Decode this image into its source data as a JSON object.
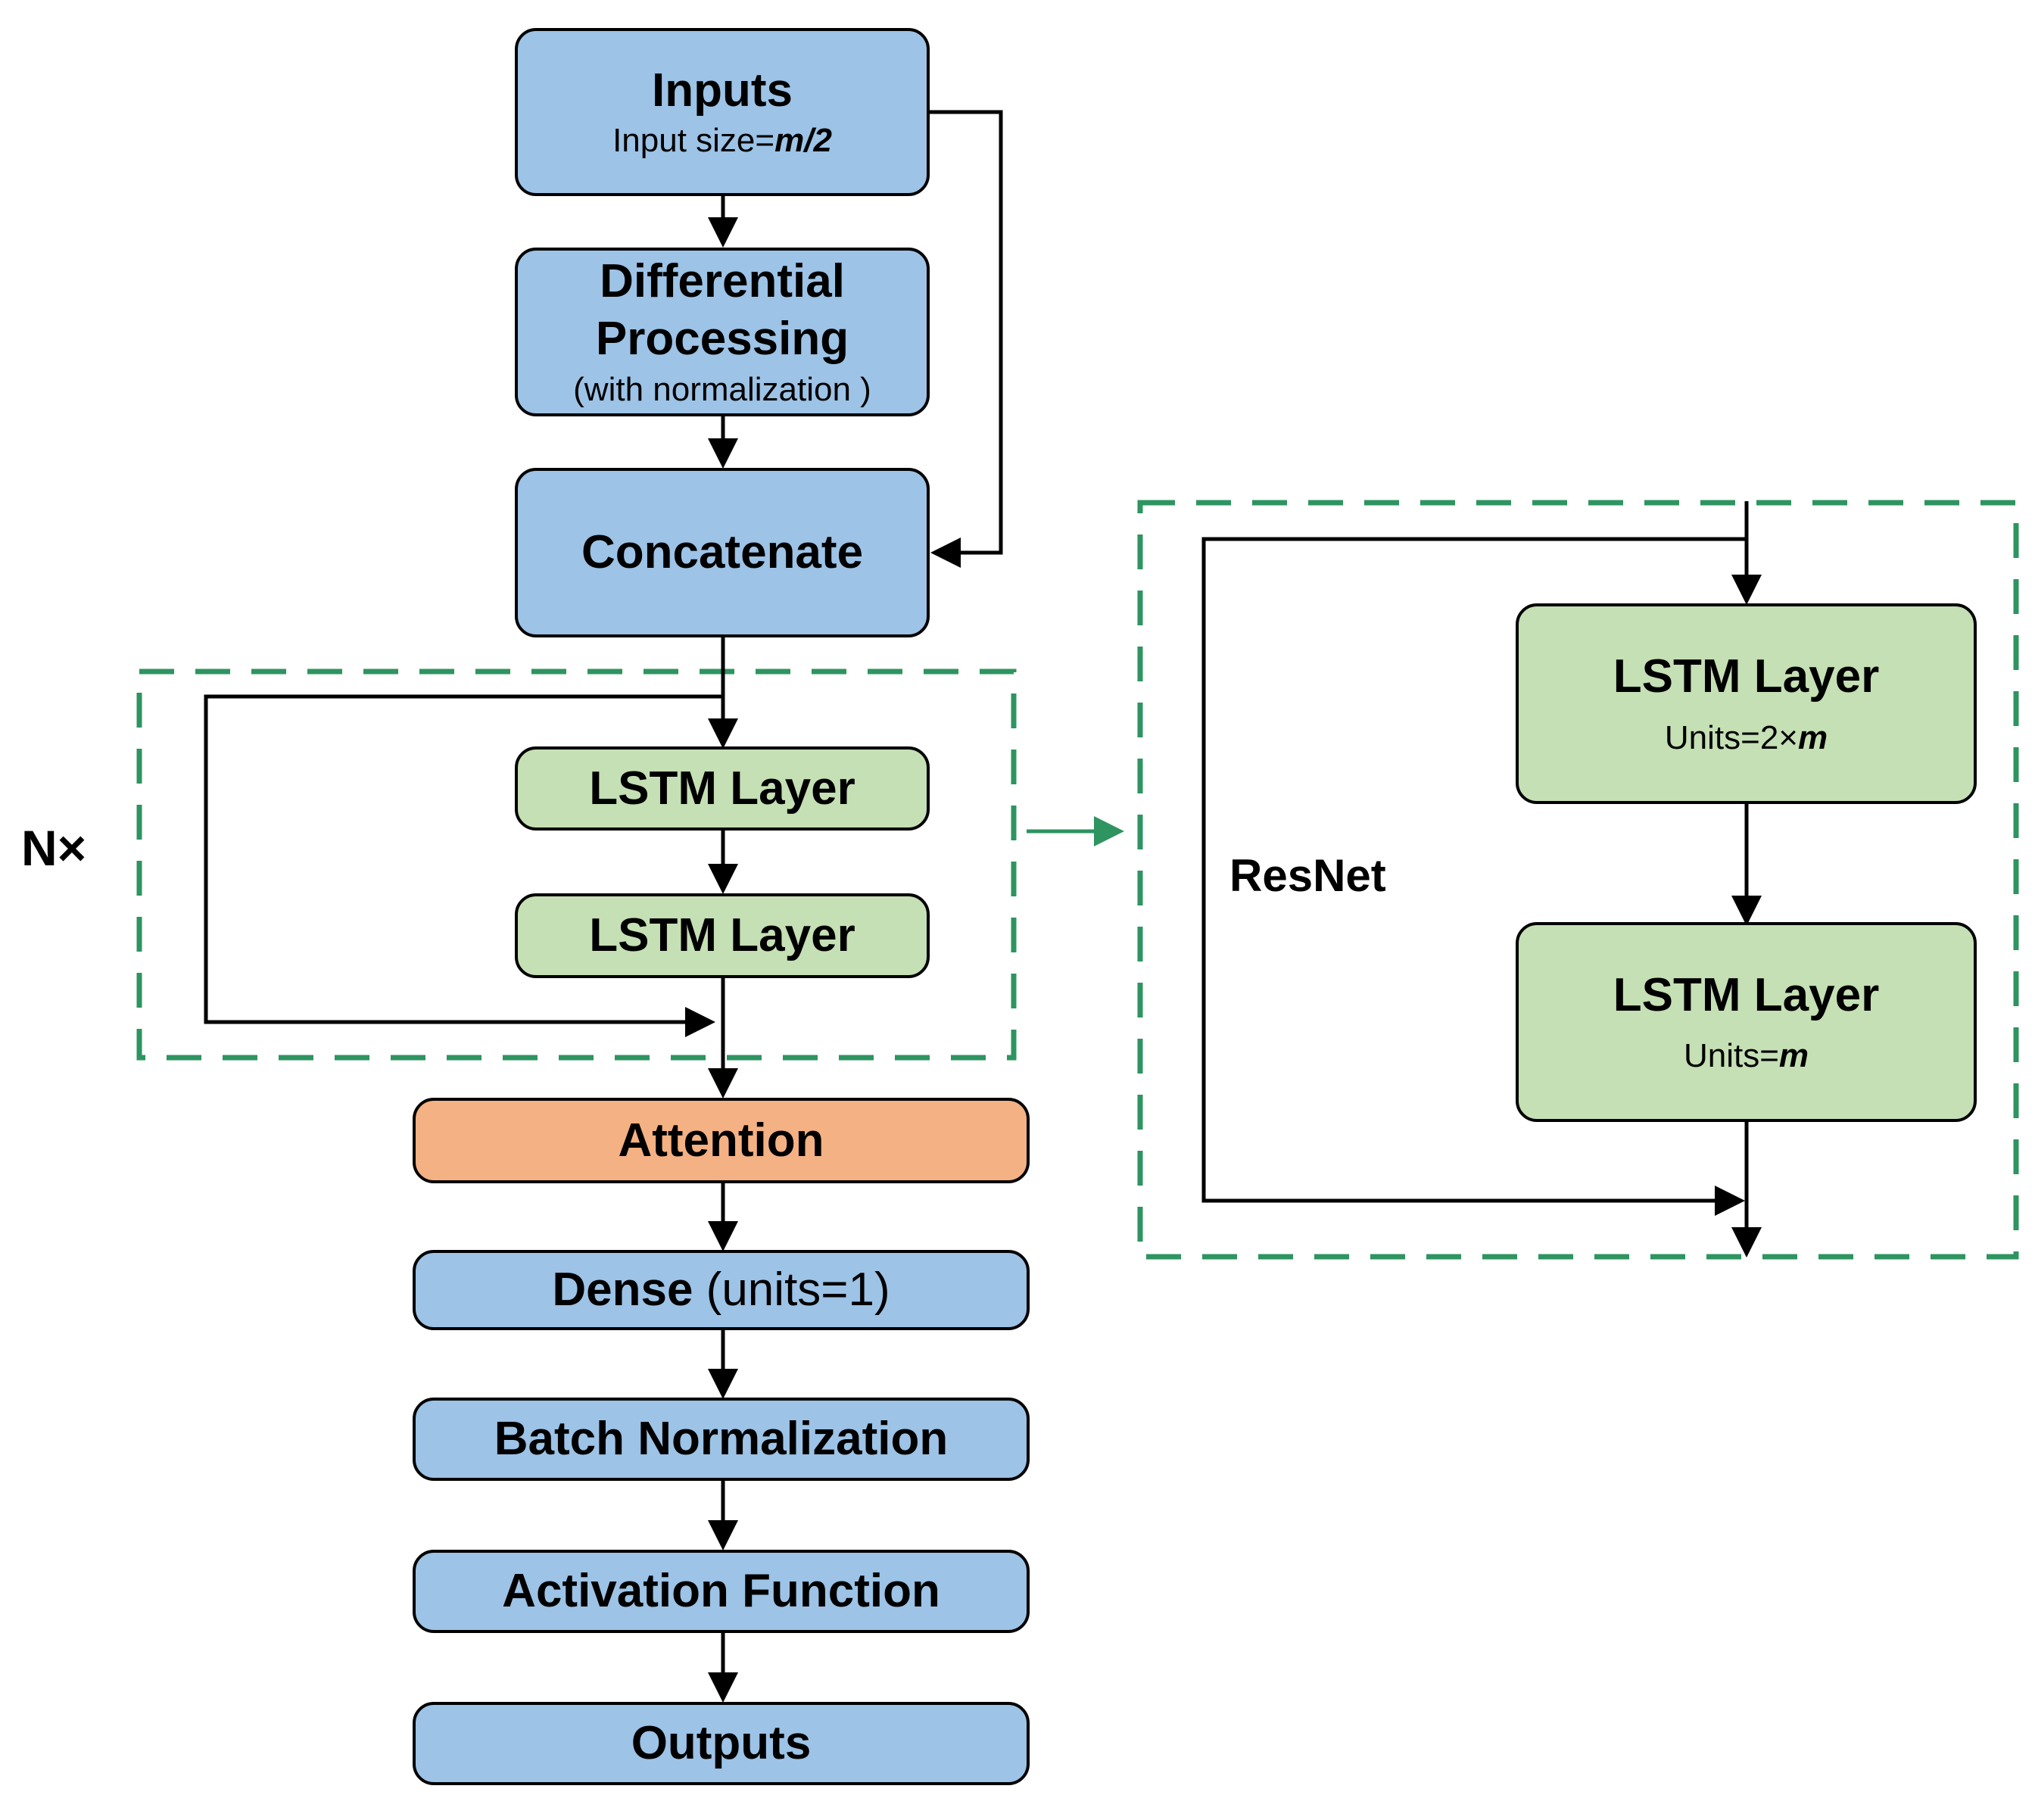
{
  "colors": {
    "process_blue": "#9dc3e6",
    "lstm_green": "#c5e0b4",
    "attention_orange": "#f4b183",
    "dashed_green": "#2e9460",
    "line": "#000000"
  },
  "inputs": {
    "title": "Inputs",
    "sub_text": "Input size=",
    "sub_var": "m/2"
  },
  "differential": {
    "line1": "Differential",
    "line2": "Processing",
    "sub": "(with normalization )"
  },
  "concatenate": {
    "title": "Concatenate"
  },
  "repeat_block": {
    "label": "N×",
    "lstm1": "LSTM Layer",
    "lstm2": "LSTM Layer"
  },
  "attention": {
    "title": "Attention"
  },
  "dense": {
    "title": "Dense",
    "param": " (units=1)"
  },
  "batchnorm": {
    "title": "Batch Normalization"
  },
  "activation": {
    "title": "Activation Function"
  },
  "outputs": {
    "title": "Outputs"
  },
  "detail": {
    "label": "ResNet",
    "lstm_a": {
      "title": "LSTM Layer",
      "sub_text": "Units=2×",
      "sub_var": "m"
    },
    "lstm_b": {
      "title": "LSTM Layer",
      "sub_text": "Units=",
      "sub_var": "m"
    }
  }
}
